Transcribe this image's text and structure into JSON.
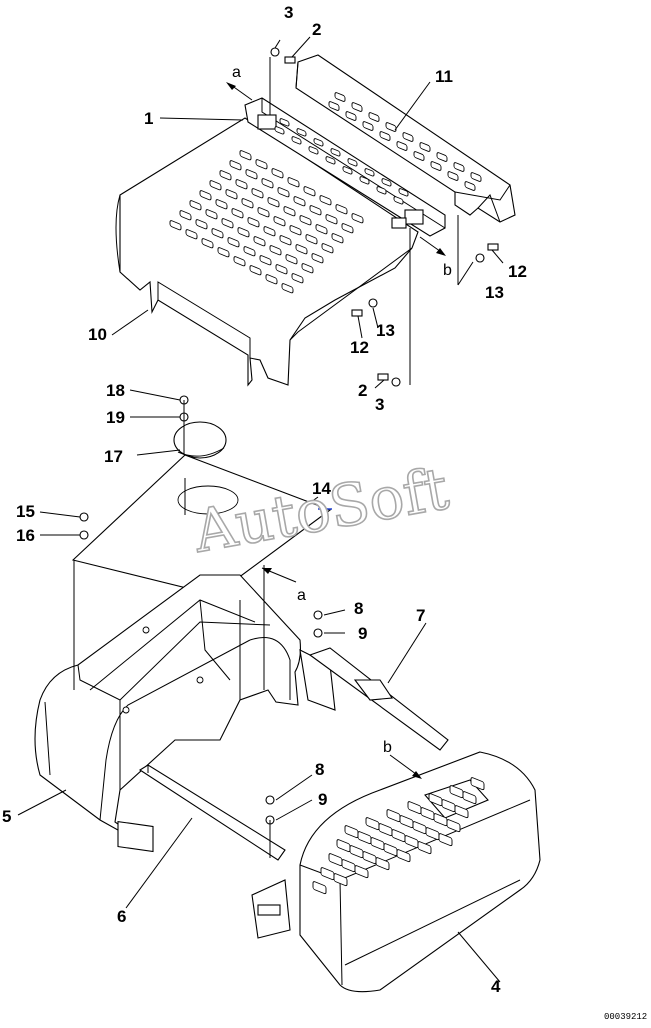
{
  "callouts": [
    {
      "id": "c1",
      "text": "1"
    },
    {
      "id": "c2a",
      "text": "2"
    },
    {
      "id": "c3a",
      "text": "3"
    },
    {
      "id": "c2b",
      "text": "2"
    },
    {
      "id": "c3b",
      "text": "3"
    },
    {
      "id": "c4",
      "text": "4"
    },
    {
      "id": "c5",
      "text": "5"
    },
    {
      "id": "c6",
      "text": "6"
    },
    {
      "id": "c7",
      "text": "7"
    },
    {
      "id": "c8a",
      "text": "8"
    },
    {
      "id": "c9a",
      "text": "9"
    },
    {
      "id": "c8b",
      "text": "8"
    },
    {
      "id": "c9b",
      "text": "9"
    },
    {
      "id": "c10",
      "text": "10"
    },
    {
      "id": "c11",
      "text": "11"
    },
    {
      "id": "c12a",
      "text": "12"
    },
    {
      "id": "c13a",
      "text": "13"
    },
    {
      "id": "c12b",
      "text": "12"
    },
    {
      "id": "c13b",
      "text": "13"
    },
    {
      "id": "c14",
      "text": "14"
    },
    {
      "id": "c15",
      "text": "15"
    },
    {
      "id": "c16",
      "text": "16"
    },
    {
      "id": "c17",
      "text": "17"
    },
    {
      "id": "c18",
      "text": "18"
    },
    {
      "id": "c19",
      "text": "19"
    }
  ],
  "refs": {
    "a_top": "a",
    "a_bottom": "a",
    "b_top": "b",
    "b_bottom": "b"
  },
  "watermark": "AutoSoft",
  "drawing_number": "00039212",
  "colors": {
    "line": "#000000",
    "background": "#ffffff",
    "watermark_outline": "#a8a8a8",
    "accent_tick": "#1f3fd0"
  }
}
